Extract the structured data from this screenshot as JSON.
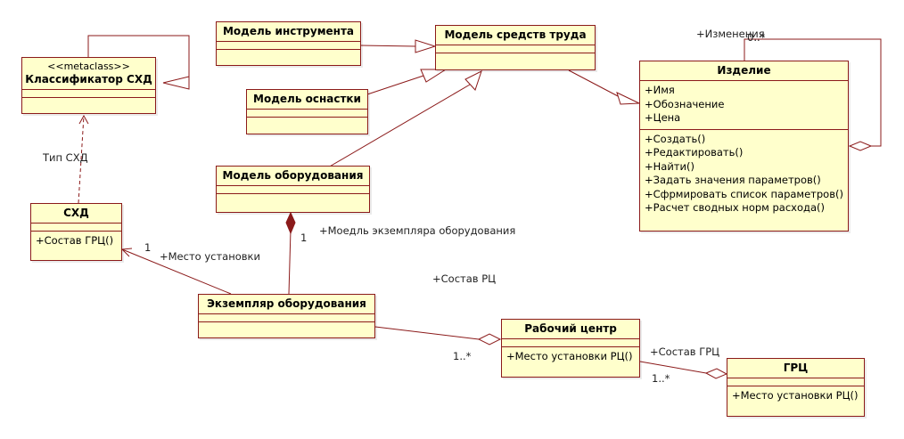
{
  "classes": {
    "classifier": {
      "stereotype": "<<metaclass>>",
      "name": "Классификатор СХД"
    },
    "tool_model": {
      "name": "Модель инструмента"
    },
    "labor_model": {
      "name": "Модель средств труда"
    },
    "fixture_model": {
      "name": "Модель оснастки"
    },
    "equipment_model": {
      "name": "Модель оборудования"
    },
    "product": {
      "name": "Изделие",
      "attributes": [
        "+Имя",
        "+Обозначение",
        "+Цена"
      ],
      "operations": [
        "+Создать()",
        "+Редактировать()",
        "+Найти()",
        "+Задать значения параметров()",
        "+Сфрмировать список параметров()",
        "+Расчет сводных норм расхода()"
      ]
    },
    "shd": {
      "name": "СХД",
      "operations": [
        "+Состав ГРЦ()"
      ]
    },
    "equipment_instance": {
      "name": "Экземпляр оборудования"
    },
    "work_center": {
      "name": "Рабочий центр",
      "operations": [
        "+Место установки РЦ()"
      ]
    },
    "grc": {
      "name": "ГРЦ",
      "operations": [
        "+Место установки РЦ()"
      ]
    }
  },
  "labels": {
    "changes_role": "+Изменения",
    "changes_mult": "0..*",
    "shd_type": "Тип СХД",
    "shd_mult": "1",
    "location_role": "+Место установки",
    "equip_mult": "1",
    "equip_role": "+Моедль экземпляра оборудования",
    "rc_composition": "+Состав РЦ",
    "instance_mult": "1..*",
    "grc_composition": "+Состав ГРЦ",
    "wc_mult": "1..*"
  },
  "colors": {
    "line": "#8b1a1a",
    "fill": "#ffffcc"
  }
}
